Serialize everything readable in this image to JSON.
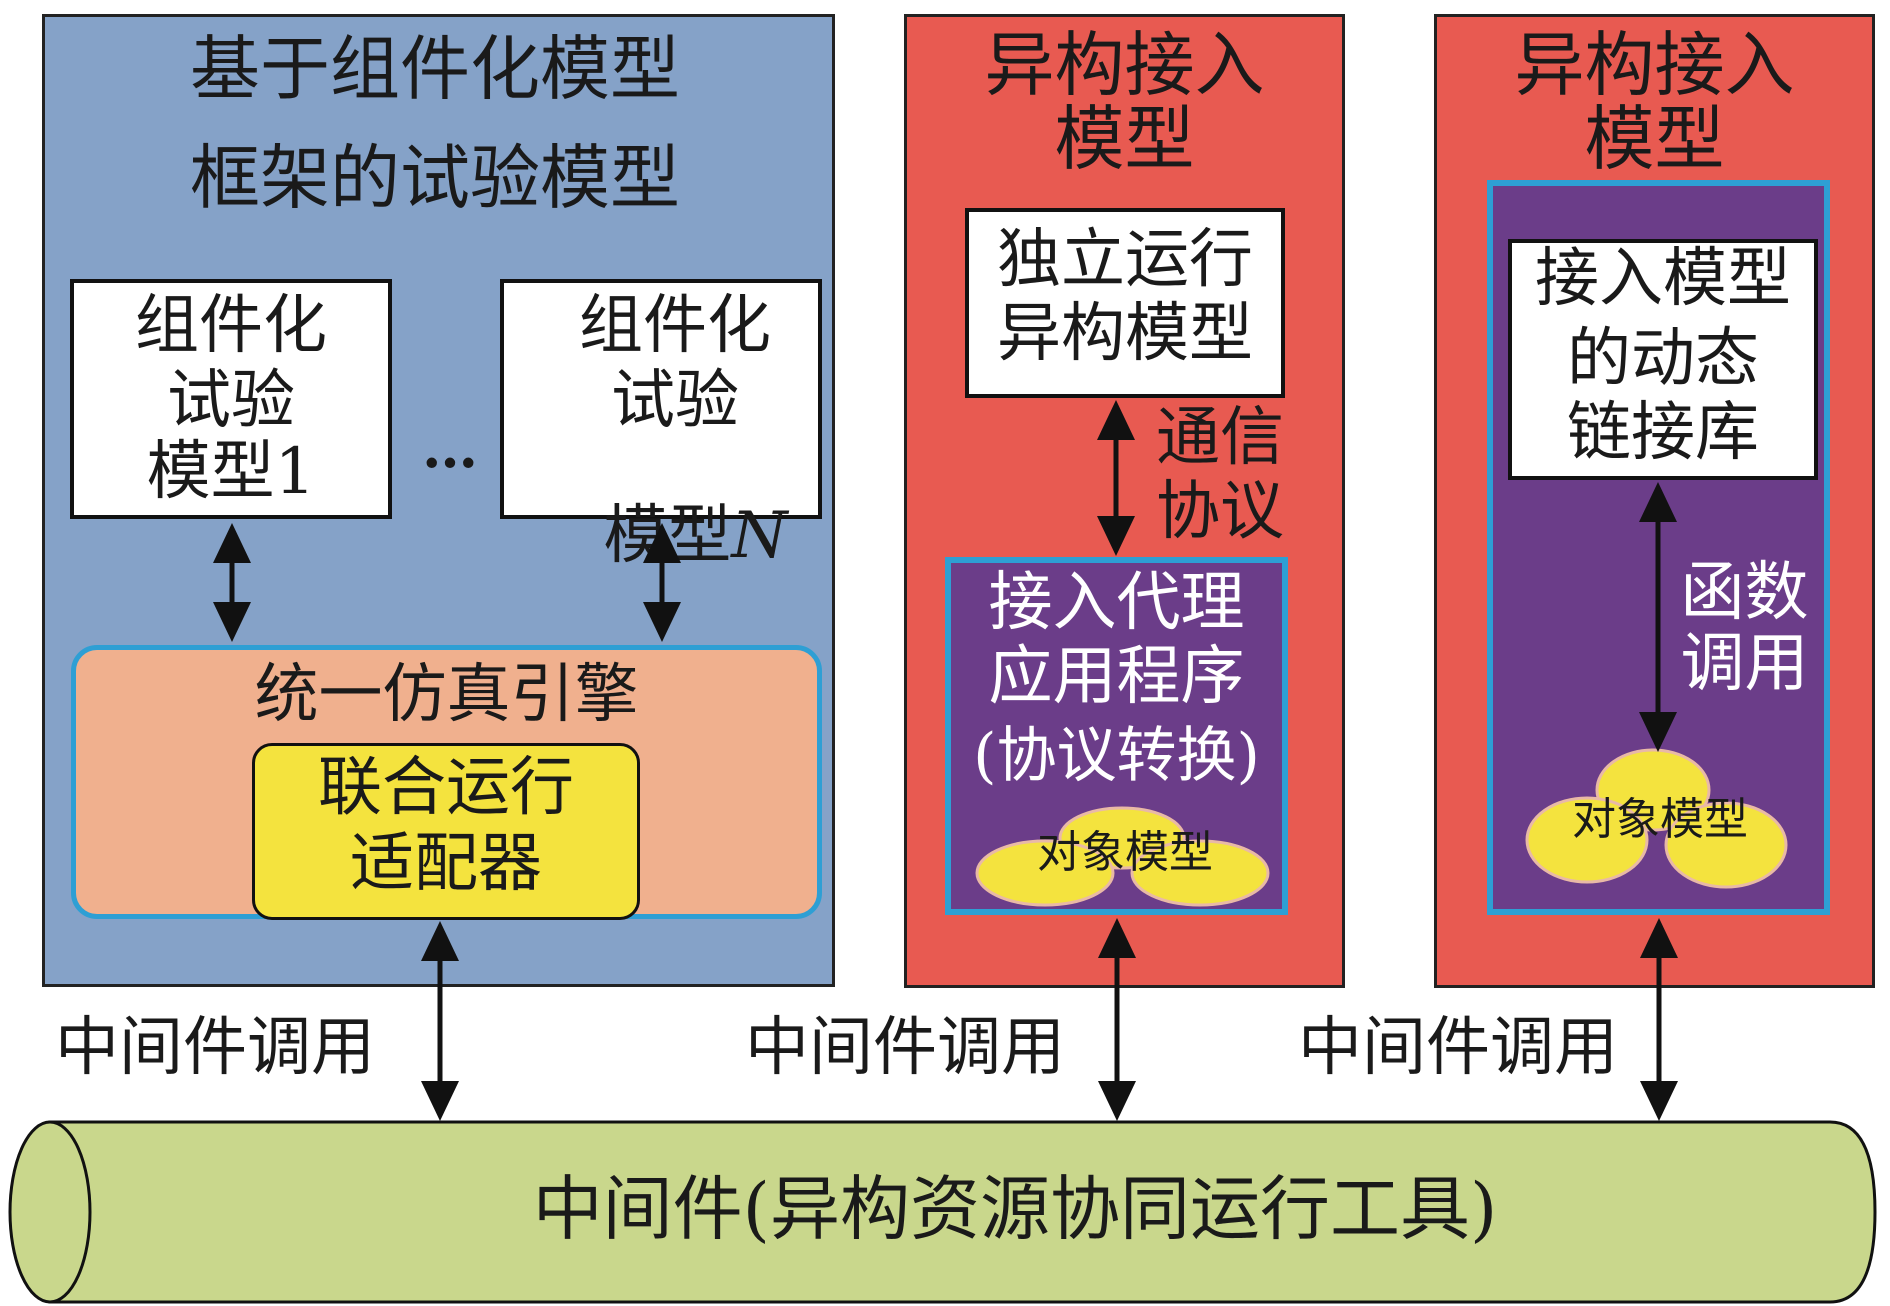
{
  "left_panel": {
    "title_lines": [
      "基于组件化模型",
      "框架的试验模型"
    ],
    "model_1": {
      "lines": [
        "组件化",
        "试验",
        "模型1"
      ]
    },
    "ellipsis": "…",
    "model_n": {
      "lines": [
        "组件化",
        "试验",
        "模型"
      ],
      "suffix": "N"
    },
    "engine": {
      "label": "统一仿真引擎"
    },
    "adapter": {
      "lines": [
        "联合运行",
        "适配器"
      ]
    }
  },
  "middle_panel": {
    "title_lines": [
      "异构接入",
      "模型"
    ],
    "standalone_box": {
      "lines": [
        "独立运行",
        "异构模型"
      ]
    },
    "link_label_lines": [
      "通信",
      "协议"
    ],
    "proxy_box": {
      "lines": [
        "接入代理",
        "应用程序",
        "(协议转换)"
      ]
    },
    "object_model": "对象模型"
  },
  "right_panel": {
    "title_lines": [
      "异构接入",
      "模型"
    ],
    "dll_box": {
      "lines": [
        "接入模型",
        "的动态",
        "链接库"
      ]
    },
    "link_label_lines": [
      "函数",
      "调用"
    ],
    "object_model": "对象模型"
  },
  "middleware_call_labels": [
    "中间件调用",
    "中间件调用",
    "中间件调用"
  ],
  "middleware_bus": {
    "label": "中间件(异构资源协同运行工具)"
  },
  "colors": {
    "blue_panel": "#85a2c8",
    "red_panel": "#e85a51",
    "purple_box": "#6b3d89",
    "cyan_border": "#2e9fd4",
    "engine_fill": "#f0b08e",
    "adapter_fill": "#f4e33e",
    "object_model_fill": "#f4e33e",
    "bus_fill": "#c9d78c"
  }
}
